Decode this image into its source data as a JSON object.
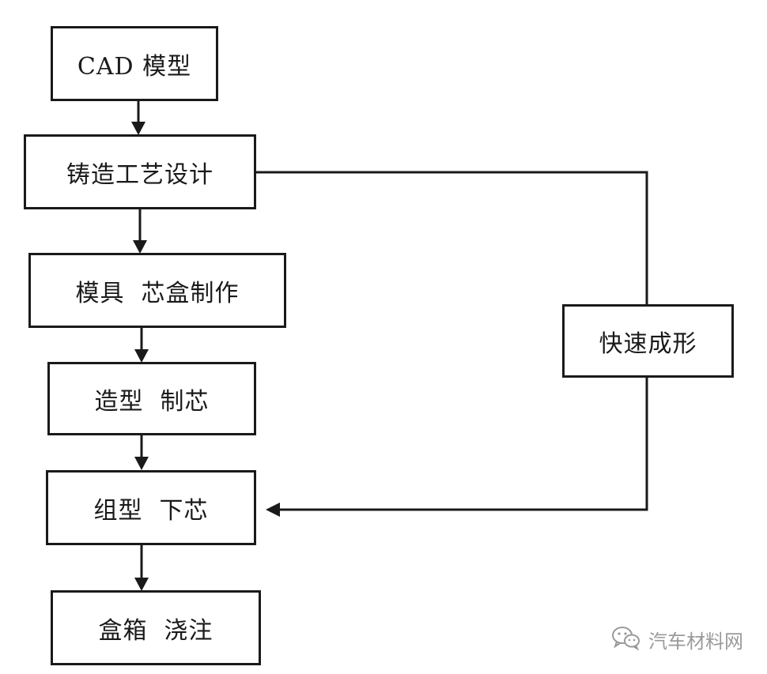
{
  "nodes": {
    "cad_model": "CAD 模型",
    "casting_design": "铸造工艺设计",
    "mold_corebox": "模具  芯盒制作",
    "molding_coremaking": "造型  制芯",
    "assembly_coresetting": "组型  下芯",
    "boxing_pouring": "盒箱  浇注",
    "rapid_prototyping": "快速成形"
  },
  "watermark": {
    "text": "汽车材料网",
    "icon": "wechat-icon"
  },
  "colors": {
    "line": "#1a1a1a",
    "watermark": "#9a9a9a"
  }
}
